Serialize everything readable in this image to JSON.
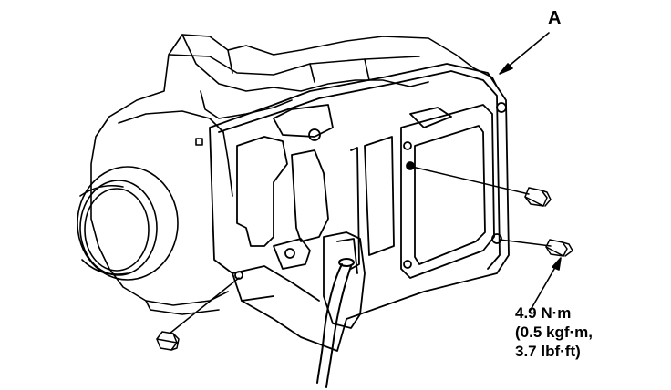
{
  "callout": {
    "label": "A"
  },
  "torque_spec": {
    "line1": "4.9 N·m",
    "line2": "(0.5 kgf·m,",
    "line3": "3.7 lbf·ft)"
  },
  "colors": {
    "ink": "#000000",
    "paper": "#ffffff"
  },
  "icons": [
    "bolt-icon",
    "leader-arrow-icon"
  ]
}
